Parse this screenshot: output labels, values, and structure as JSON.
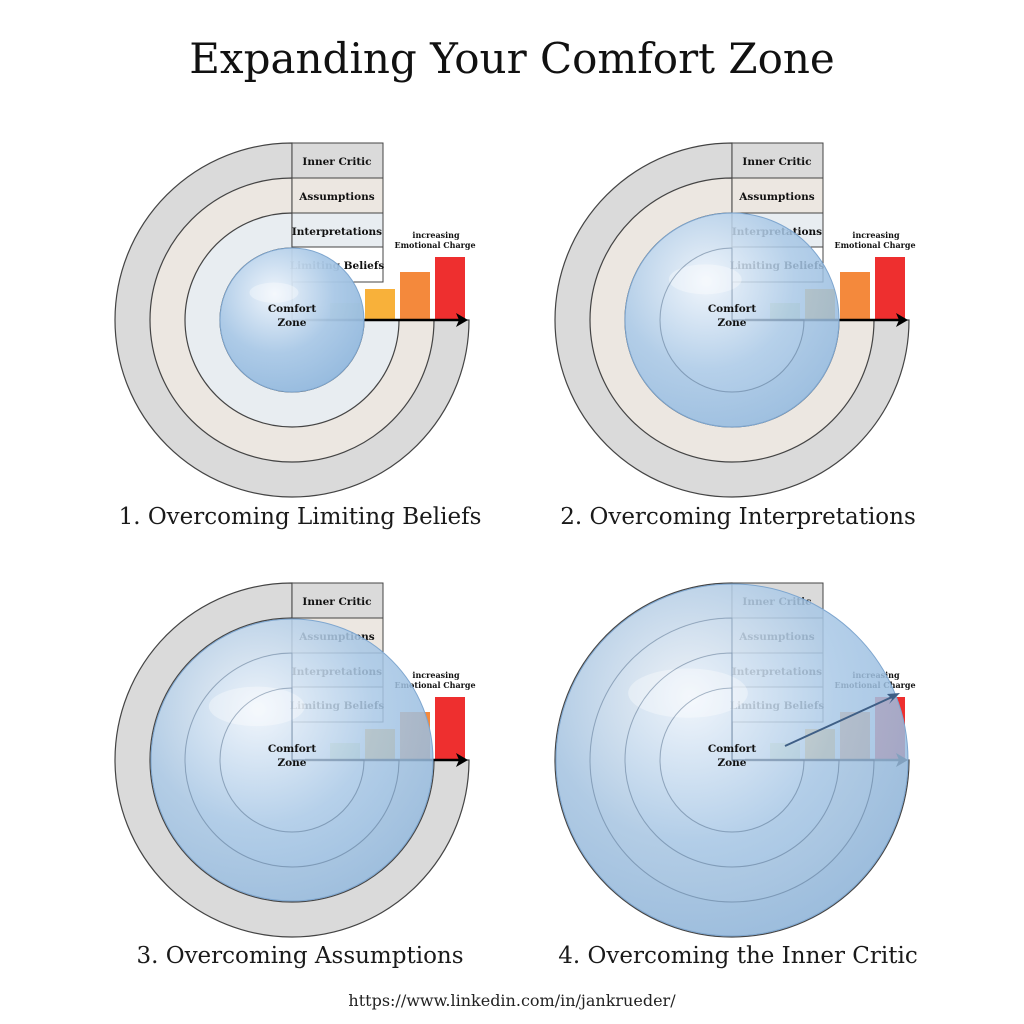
{
  "title": "Expanding Your Comfort Zone",
  "layers": [
    "Inner Critic",
    "Assumptions",
    "Interpretations",
    "Limiting Beliefs"
  ],
  "center_label": [
    "Comfort",
    "Zone"
  ],
  "charge_label": [
    "increasing",
    "Emotional Charge"
  ],
  "captions": [
    "1. Overcoming Limiting Beliefs",
    "2. Overcoming Interpretations",
    "3. Overcoming Assumptions",
    "4. Overcoming the Inner Critic"
  ],
  "bar_colors": [
    "#d9e4b0",
    "#f8b13a",
    "#f4893c",
    "#ee2f2f"
  ],
  "ring_colors": [
    "#dadada",
    "#ece7e1",
    "#e8edf1"
  ],
  "comfort_color": "#a9c8e6",
  "url": "https://www.linkedin.com/in/jankrueder/"
}
